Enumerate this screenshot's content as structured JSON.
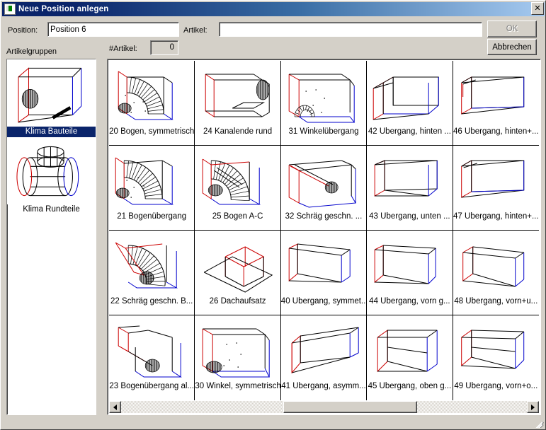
{
  "window": {
    "title": "Neue Position anlegen",
    "icon": "app-icon",
    "close_label": "✕"
  },
  "form": {
    "position_label": "Position:",
    "position_value": "Position 6",
    "artikel_label": "Artikel:",
    "artikel_value": "",
    "artikel_placeholder": "",
    "count_label": "#Artikel:",
    "count_value": "0",
    "groups_label": "Artikelgruppen"
  },
  "buttons": {
    "ok": "OK",
    "ok_enabled": false,
    "cancel": "Abbrechen"
  },
  "groups": [
    {
      "label": "Klima Bauteile",
      "selected": true
    },
    {
      "label": "Klima Rundteile",
      "selected": false
    }
  ],
  "items": [
    {
      "id": "20",
      "caption": "20 Bogen, symmetrisch",
      "shape": "bend-sym"
    },
    {
      "id": "24",
      "caption": "24 Kanalende rund",
      "shape": "duct-end-round"
    },
    {
      "id": "31",
      "caption": "31 Winkelübergang",
      "shape": "angle-transition"
    },
    {
      "id": "42",
      "caption": "42 Übergang, hinten ...",
      "shape": "trans-back"
    },
    {
      "id": "46",
      "caption": "46 Übergang, hinten+...",
      "shape": "trans-back-plus"
    },
    {
      "id": "21",
      "caption": "21 Bogenübergang",
      "shape": "bend-transition"
    },
    {
      "id": "25",
      "caption": "25 Bogen A-C",
      "shape": "bend-ac"
    },
    {
      "id": "32",
      "caption": "32 Schräg geschn. ...",
      "shape": "oblique-cut"
    },
    {
      "id": "43",
      "caption": "43 Übergang, unten ...",
      "shape": "trans-bottom"
    },
    {
      "id": "47",
      "caption": "47 Übergang, hinten+...",
      "shape": "trans-back-plus2"
    },
    {
      "id": "22",
      "caption": "22 Schräg geschn. B...",
      "shape": "oblique-bend"
    },
    {
      "id": "26",
      "caption": "26 Dachaufsatz",
      "shape": "roof-unit"
    },
    {
      "id": "40",
      "caption": "40 Übergang, symmet...",
      "shape": "trans-sym"
    },
    {
      "id": "44",
      "caption": "44 Übergang, vorn g...",
      "shape": "trans-front"
    },
    {
      "id": "48",
      "caption": "48 Übergang, vorn+u...",
      "shape": "trans-front-bot"
    },
    {
      "id": "23",
      "caption": "23 Bogenübergang al...",
      "shape": "bend-trans-alt"
    },
    {
      "id": "30",
      "caption": "30 Winkel, symmetrisch",
      "shape": "angle-sym"
    },
    {
      "id": "41",
      "caption": "41 Übergang, asymm...",
      "shape": "trans-asym"
    },
    {
      "id": "45",
      "caption": "45 Übergang, oben g...",
      "shape": "trans-top"
    },
    {
      "id": "49",
      "caption": "49 Übergang, vorn+o...",
      "shape": "trans-front-top"
    }
  ],
  "scrollbar": {
    "left_arrow": "◀",
    "right_arrow": "▶",
    "thumb_position_pct": 40,
    "thumb_width_pct": 33
  },
  "colors": {
    "title_start": "#0a246a",
    "title_end": "#a6caf0",
    "face": "#d4d0c8",
    "selection": "#0a246a",
    "edge_red": "#cc0000",
    "edge_blue": "#0000cc",
    "edge_black": "#000000"
  }
}
